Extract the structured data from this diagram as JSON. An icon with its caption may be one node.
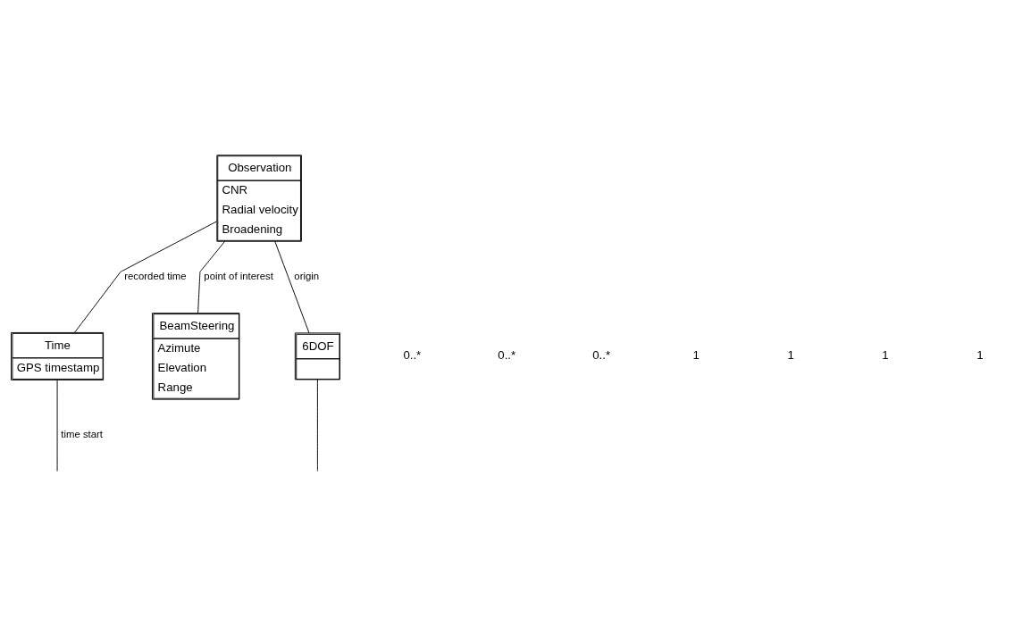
{
  "diagram": {
    "nodes": [
      {
        "text": [
          "Observation",
          "CNR",
          "Radial velocity",
          "Broadening"
        ]
      },
      {
        "text": [
          "Time",
          "GPS timestamp"
        ]
      },
      {
        "text": [
          "BeamSteering",
          "Azimute",
          "Elevation",
          "Range"
        ]
      },
      {
        "text": [
          "6DOF"
        ]
      }
    ],
    "edges": [
      {
        "from": 0,
        "to": 1,
        "arrow": "none",
        "label": "recorded time"
      },
      {
        "from": 0,
        "to": 2,
        "arrow": "none",
        "label": "point of interest"
      },
      {
        "from": 0,
        "to": 3,
        "arrow": "none",
        "label": "origin"
      },
      {
        "from": 1,
        "to": null,
        "arrow": "none",
        "label": "time start"
      },
      {
        "from": 3,
        "to": null,
        "arrow": "none"
      }
    ],
    "labels": [
      "0..*",
      "0..*",
      "0..*",
      "1",
      "1",
      "1",
      "1"
    ]
  }
}
